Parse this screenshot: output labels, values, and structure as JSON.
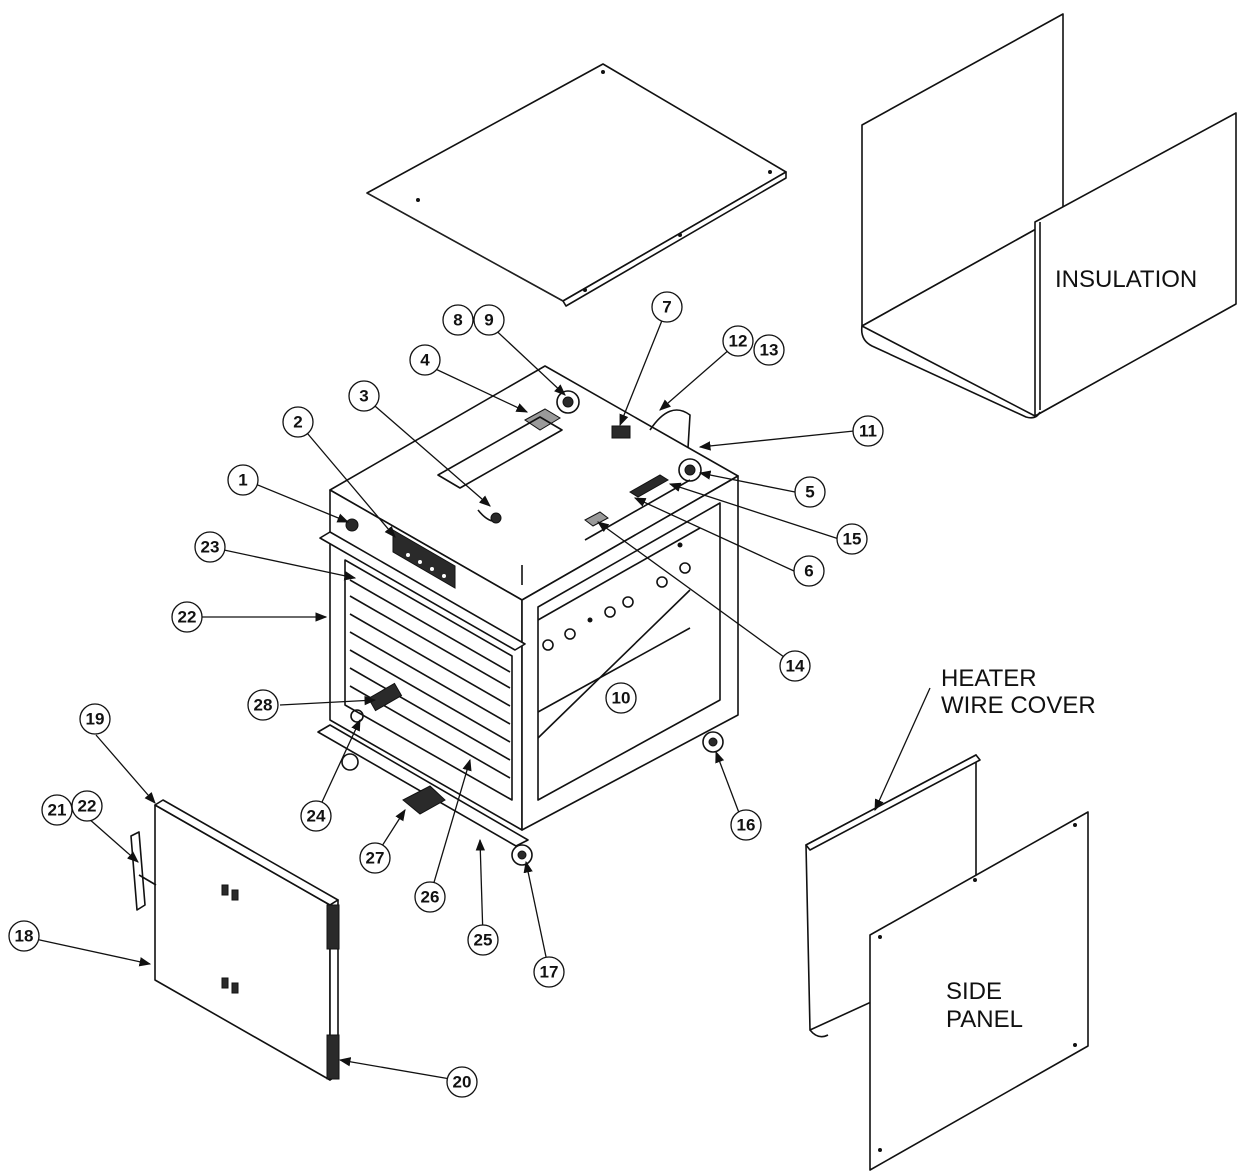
{
  "labels": {
    "insulation": "INSULATION",
    "heater_wire_cover_line1": "HEATER",
    "heater_wire_cover_line2": "WIRE COVER",
    "side_panel_line1": "SIDE",
    "side_panel_line2": "PANEL"
  },
  "callouts": [
    "1",
    "2",
    "3",
    "4",
    "5",
    "6",
    "7",
    "8",
    "9",
    "10",
    "11",
    "12",
    "13",
    "14",
    "15",
    "16",
    "17",
    "18",
    "19",
    "20",
    "21",
    "22",
    "22",
    "23",
    "24",
    "25",
    "26",
    "27",
    "28"
  ]
}
